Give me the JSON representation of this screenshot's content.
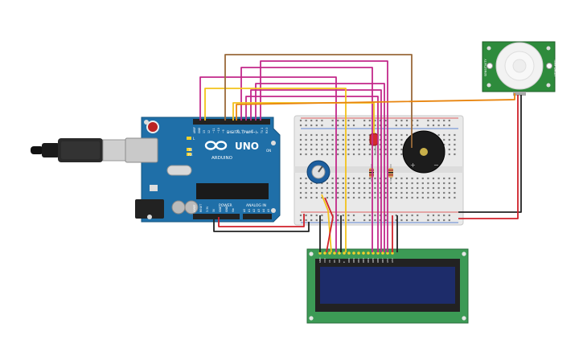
{
  "arduino": {
    "brand": "ARDUINO",
    "model": "UNO",
    "digital_header": "DIGITAL (PWM~)",
    "power_header": "POWER",
    "analog_header": "ANALOG IN",
    "led_labels": [
      "L",
      "TX",
      "RX"
    ],
    "on_label": "ON",
    "top_pins": [
      "AREF",
      "GND",
      "13",
      "12",
      "~11",
      "~10",
      "~9",
      "8",
      "7",
      "~6",
      "~5",
      "4",
      "~3",
      "2",
      "TX 1",
      "RX 0"
    ],
    "power_pins": [
      "IOREF",
      "RESET",
      "3.3V",
      "5V",
      "GND",
      "GND",
      "Vin"
    ],
    "analog_pins": [
      "A0",
      "A1",
      "A2",
      "A3",
      "A4",
      "A5"
    ]
  },
  "pir": {
    "left_label": "SENSITIVITY",
    "right_label": "TIME DELAY"
  },
  "lcd": {
    "pin_labels": [
      "GND",
      "VCC",
      "V0",
      "RS",
      "RW",
      "E",
      "DB0",
      "DB1",
      "DB2",
      "DB3",
      "DB4",
      "DB5",
      "DB6",
      "DB7",
      "LED",
      "LED"
    ]
  },
  "colors": {
    "arduino_board": "#1f6fa8",
    "breadboard": "#e8e8e8",
    "lcd_pcb": "#3c9a55",
    "lcd_screen": "#1d2c6a",
    "pir_pcb": "#2e8b3c",
    "wire_magenta": "#c2288a",
    "wire_yellow": "#f2c21b",
    "wire_brown": "#9a6a3a",
    "wire_orange": "#e8850f",
    "wire_red": "#d0212a",
    "wire_black": "#222222"
  }
}
